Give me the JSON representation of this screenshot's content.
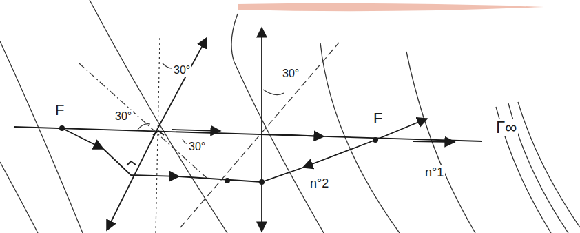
{
  "diagram": {
    "labels": [
      "F",
      "30°",
      "30°",
      "30°",
      "30°",
      "F",
      "n°2",
      "n°1",
      "Γ∞"
    ]
  }
}
